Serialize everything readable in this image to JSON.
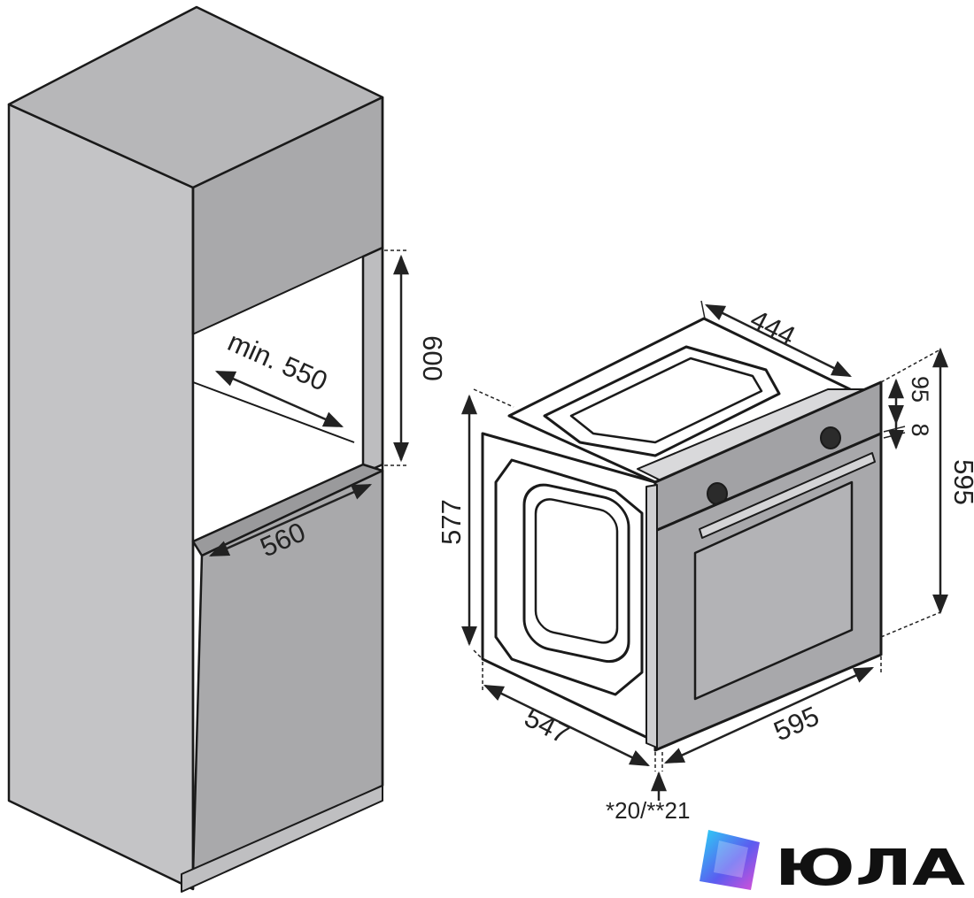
{
  "cabinet": {
    "dim_depth_min": "min. 550",
    "dim_width": "560",
    "dim_height": "600"
  },
  "oven": {
    "dim_top_depth": "444",
    "dim_panel_height": "95",
    "dim_panel_gap": "8",
    "dim_total_height": "595",
    "dim_body_height": "577",
    "dim_body_depth": "547",
    "dim_front_width": "595",
    "dim_front_offset": "*20/**21"
  },
  "logo": {
    "text": "ЮЛА",
    "icon": "juola-logo-icon",
    "gradient": [
      "#2ad4f5",
      "#5b5cf0",
      "#e04fd6"
    ]
  },
  "colors": {
    "cabinet_front": "#a9a9ab",
    "cabinet_side": "#c4c4c6",
    "cabinet_top": "#b7b7b9",
    "oven_panel": "#a2a2a5",
    "oven_glass": "#b3b3b6",
    "outline": "#1a1a1a",
    "dimension_line": "#222222"
  }
}
